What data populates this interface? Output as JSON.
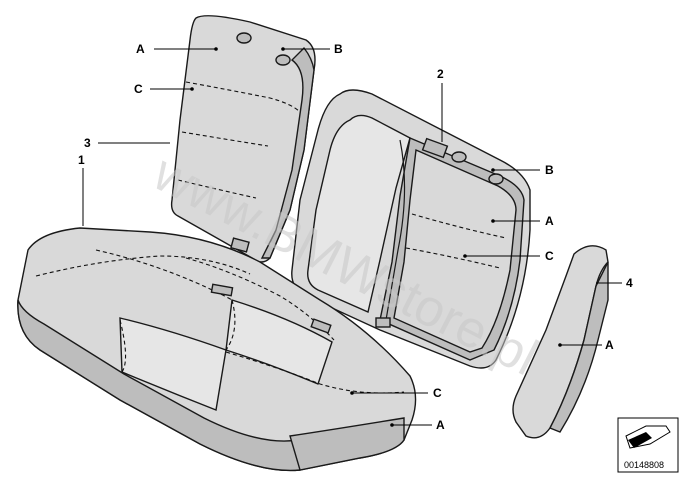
{
  "watermark": "www.BMWstore.pl",
  "reference_number": "00148808",
  "callouts": {
    "part_1": "1",
    "part_2": "2",
    "part_3": "3",
    "part_4": "4",
    "backrest_left_a": "A",
    "backrest_left_b": "B",
    "backrest_left_c": "C",
    "backrest_right_b": "B",
    "backrest_right_a": "A",
    "backrest_right_c": "C",
    "cushion_c": "C",
    "cushion_a": "A",
    "side_a": "A"
  }
}
